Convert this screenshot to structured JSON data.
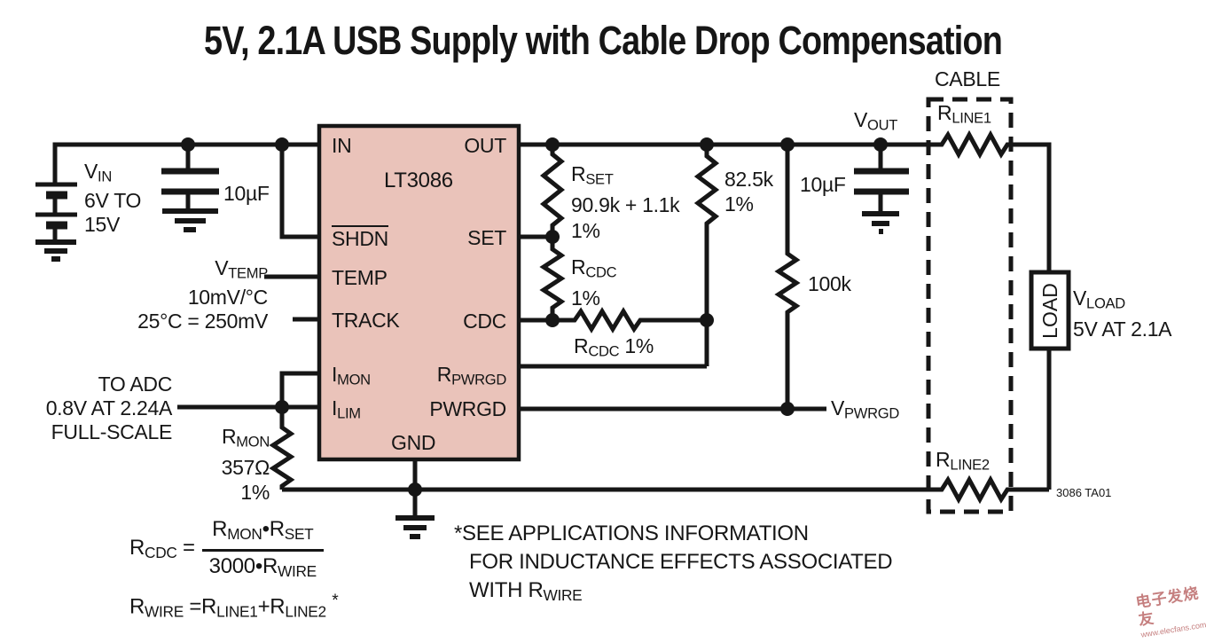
{
  "title": "5V, 2.1A USB Supply with Cable Drop Compensation",
  "colors": {
    "ic_fill": "#eac3ba",
    "line": "#161616",
    "watermark": "#c57f7f"
  },
  "ic": {
    "part": "LT3086",
    "pin_in": "IN",
    "pin_shdn": "SHDN",
    "pin_temp": "TEMP",
    "pin_track": "TRACK",
    "pin_imon_m": "I",
    "pin_imon_s": "MON",
    "pin_ilim_m": "I",
    "pin_ilim_s": "LIM",
    "pin_out": "OUT",
    "pin_set": "SET",
    "pin_cdc": "CDC",
    "pin_rpwrgd_m": "R",
    "pin_rpwrgd_s": "PWRGD",
    "pin_pwrgd": "PWRGD",
    "pin_gnd": "GND"
  },
  "input": {
    "vin_m": "V",
    "vin_s": "IN",
    "vin_2": "6V TO",
    "vin_3": "15V",
    "cap": "10µF"
  },
  "temp": {
    "v_m": "V",
    "v_s": "TEMP",
    "line2": "10mV/°C",
    "line3": "25°C = 250mV"
  },
  "adc": {
    "line1": "TO ADC",
    "line2": "0.8V AT 2.24A",
    "line3": "FULL-SCALE"
  },
  "rmon": {
    "r": "R",
    "s": "MON",
    "value": "357Ω",
    "tol": "1%"
  },
  "rset": {
    "r": "R",
    "s": "SET",
    "value": "90.9k + 1.1k",
    "tol": "1%"
  },
  "rcdc_v": {
    "r": "R",
    "s": "CDC",
    "tol": "1%"
  },
  "rcdc_h": {
    "r": "R",
    "s": "CDC",
    "tol": "1%"
  },
  "r82": {
    "value": "82.5k",
    "tol": "1%"
  },
  "r100": {
    "value": "100k"
  },
  "output": {
    "cap": "10µF",
    "vout_m": "V",
    "vout_s": "OUT",
    "vpwrgd_m": "V",
    "vpwrgd_s": "PWRGD"
  },
  "cable": {
    "label": "CABLE",
    "rline1_r": "R",
    "rline1_s": "LINE1",
    "rline2_r": "R",
    "rline2_s": "LINE2"
  },
  "load": {
    "box": "LOAD",
    "v_m": "V",
    "v_s": "LOAD",
    "rating": "5V AT 2.1A"
  },
  "formula1": {
    "lhs_r": "R",
    "lhs_s": "CDC",
    "eq": "=",
    "num_r1": "R",
    "num_s1": "MON",
    "dot1": "•",
    "num_r2": "R",
    "num_s2": "SET",
    "den_v": "3000",
    "dot2": "•",
    "den_r": "R",
    "den_s": "WIRE"
  },
  "formula2": {
    "lhs_r": "R",
    "lhs_s": "WIRE",
    "eq": "=",
    "r1": "R",
    "s1": "LINE1",
    "plus": "+",
    "r2": "R",
    "s2": "LINE2",
    "star": "*"
  },
  "note": {
    "line1": "*SEE APPLICATIONS INFORMATION",
    "line2": "FOR INDUCTANCE EFFECTS ASSOCIATED",
    "line3_pre": "WITH R",
    "line3_sub": "WIRE"
  },
  "fignum": "3086 TA01",
  "watermark": {
    "cn": "电子发烧友",
    "url": "www.elecfans.com"
  }
}
